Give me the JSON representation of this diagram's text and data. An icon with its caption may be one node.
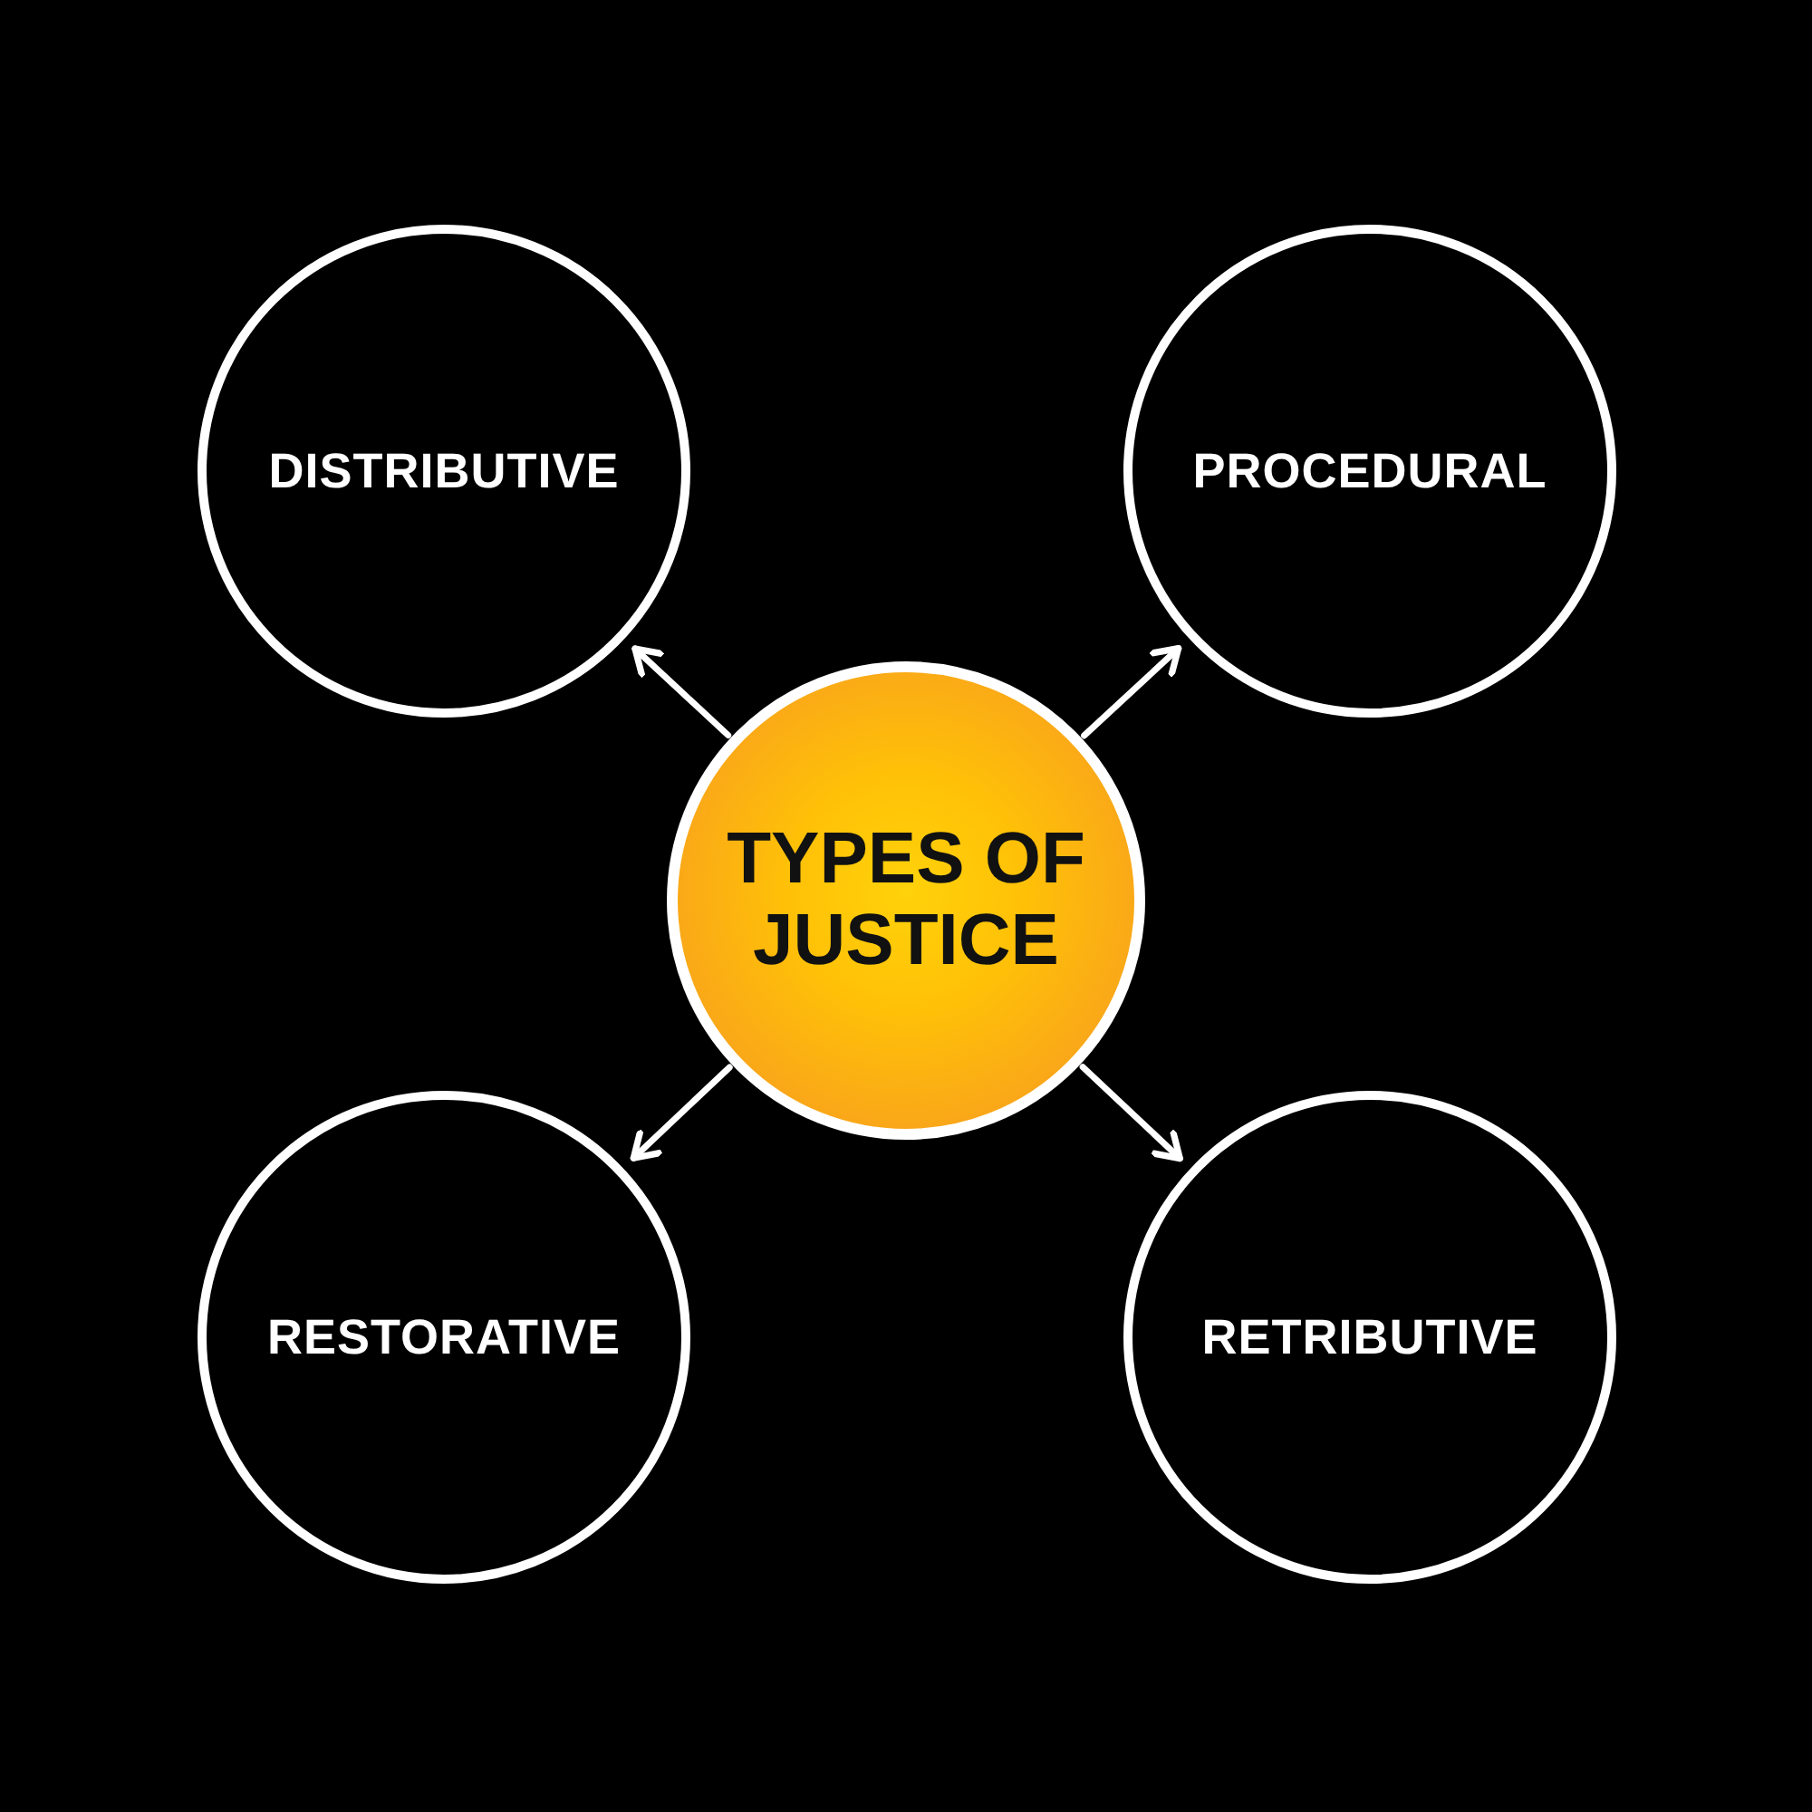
{
  "diagram": {
    "nodes": [
      {
        "text": [
          "DISTRIBUTIVE"
        ]
      },
      {
        "text": [
          "PROCEDURAL"
        ]
      },
      {
        "text": [
          "TYPES OF JUSTICE"
        ]
      },
      {
        "text": [
          "RESTORATIVE"
        ]
      },
      {
        "text": [
          "RETRIBUTIVE"
        ]
      }
    ],
    "edges": [
      {
        "from": 2,
        "to": 0,
        "arrow": "to"
      },
      {
        "from": 2,
        "to": 1,
        "arrow": "to"
      },
      {
        "from": 2,
        "to": 3,
        "arrow": "to"
      },
      {
        "from": 2,
        "to": 4,
        "arrow": "to"
      }
    ]
  }
}
